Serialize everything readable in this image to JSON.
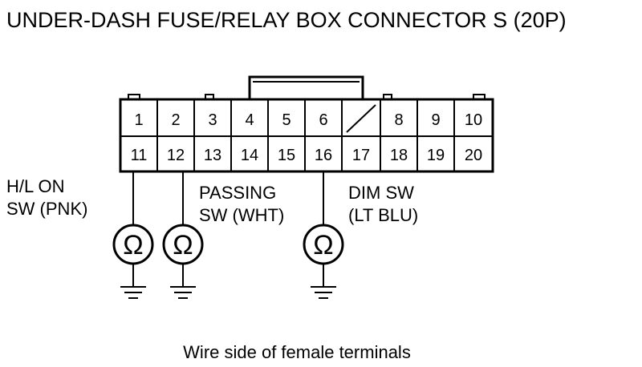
{
  "diagram": {
    "title": "UNDER-DASH FUSE/RELAY BOX CONNECTOR S (20P)",
    "caption": "Wire side of female terminals",
    "terminals_top": [
      "1",
      "2",
      "3",
      "4",
      "5",
      "6",
      "",
      "8",
      "9",
      "10"
    ],
    "terminals_bottom": [
      "11",
      "12",
      "13",
      "14",
      "15",
      "16",
      "17",
      "18",
      "19",
      "20"
    ],
    "meter_symbol": "Ω",
    "probes": [
      {
        "terminal": "11",
        "label_lines": [
          "H/L ON",
          "SW (PNK)"
        ]
      },
      {
        "terminal": "12",
        "label_lines": [
          "PASSING",
          "SW (WHT)"
        ]
      },
      {
        "terminal": "16",
        "label_lines": [
          "DIM SW",
          "(LT BLU)"
        ]
      }
    ],
    "icons": [
      "ohmmeter-icon",
      "ground-icon"
    ]
  }
}
